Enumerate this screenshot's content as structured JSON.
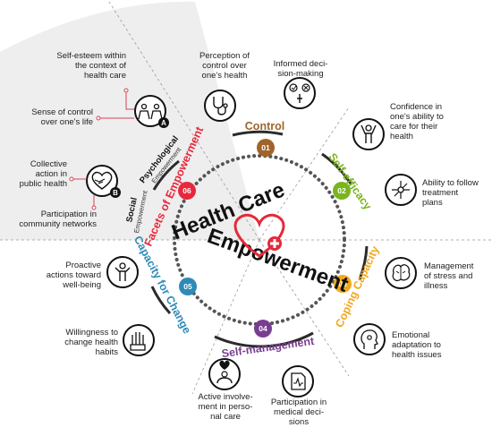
{
  "center": {
    "title_line1": "Health Care",
    "title_line2": "Empowerment"
  },
  "colors": {
    "control": "#a0642a",
    "self_efficacy": "#7ab51d",
    "coping": "#f2a81d",
    "self_management": "#7a3e91",
    "capacity": "#2e8bb8",
    "facets": "#e8283c",
    "ring": "#2b2b2b",
    "label_marker": "#d44455"
  },
  "segments": [
    {
      "num": "01",
      "label": "Control"
    },
    {
      "num": "02",
      "label": "Self-efficacy"
    },
    {
      "num": "03",
      "label": "Coping Capacity"
    },
    {
      "num": "04",
      "label": "Self-management"
    },
    {
      "num": "05",
      "label": "Capacity for Change"
    },
    {
      "num": "06",
      "label": "Facets of Empowerment"
    }
  ],
  "facets": {
    "psychological": {
      "line1": "Psychological",
      "line2": "Empowerment",
      "badge": "A"
    },
    "social": {
      "line1": "Social",
      "line2": "Empowerment",
      "badge": "B"
    }
  },
  "items": {
    "self_esteem": [
      "Self-esteem within",
      "the context of",
      "health care"
    ],
    "sense_of_control": [
      "Sense of control",
      "over one's life"
    ],
    "collective_action": [
      "Collective",
      "action in",
      "public health"
    ],
    "participation_networks": [
      "Participation in",
      "community networks"
    ],
    "perception_control": [
      "Perception of",
      "control over",
      "one's health"
    ],
    "informed_decision": [
      "Informed deci-",
      "sion-making"
    ],
    "confidence": [
      "Confidence in",
      "one's ability to",
      "care for their",
      "health"
    ],
    "follow_treatment": [
      "Ability to follow",
      "treatment",
      "plans"
    ],
    "stress": [
      "Management",
      "of stress and",
      "illness"
    ],
    "emotional": [
      "Emotional",
      "adaptation to",
      "health issues"
    ],
    "participation_medical": [
      "Participation in",
      "medical deci-",
      "sions"
    ],
    "active_involvement": [
      "Active involve-",
      "ment in perso-",
      "nal care"
    ],
    "willingness": [
      "Willingness to",
      "change health",
      "habits"
    ],
    "proactive": [
      "Proactive",
      "actions toward",
      "well-being"
    ]
  }
}
